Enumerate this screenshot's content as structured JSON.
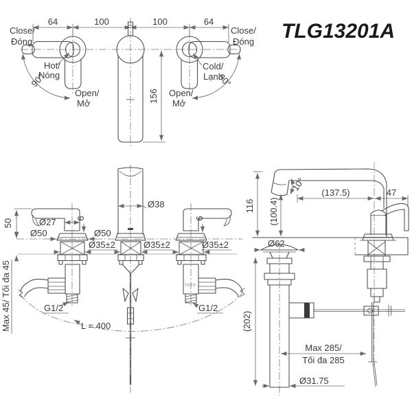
{
  "title": "TLG13201A",
  "colors": {
    "background": "#ffffff",
    "line": "#4a4a4a",
    "dim_line": "#6b6b6b",
    "text": "#3a3a3a",
    "title_text": "#1a1a1a"
  },
  "top_view": {
    "dim_left_64": "64",
    "dim_mid_left_100": "100",
    "dim_mid_right_100": "100",
    "dim_right_64": "64",
    "dim_spout_156": "156",
    "left_close_en": "Close/",
    "left_close_vi": "Đóng",
    "hot_en": "Hot/",
    "hot_vi": "Nóng",
    "left_open_en": "Open/",
    "left_open_vi": "Mở",
    "left_angle": "90°",
    "right_close_en": "Close/",
    "right_close_vi": "Đóng",
    "cold_en": "Cold/",
    "cold_vi": "Lạnh",
    "right_open_en": "Open/",
    "right_open_vi": "Mở",
    "right_angle": "90°"
  },
  "front_view": {
    "dim_handle_height_50": "50",
    "dim_handle_dia_27": "Ø27",
    "dim_gap_left_6": "6",
    "dim_gap_right_6": "6",
    "dim_escutcheon_left_50": "Ø50",
    "dim_escutcheon_spout_50": "Ø50",
    "dim_spout_dia_38": "Ø38",
    "dim_hole_left": "Ø35±2",
    "dim_hole_spout": "Ø35±2",
    "dim_hole_right": "Ø35±2",
    "dim_counter_max": "Max 45/ Tối đa 45",
    "thread_left": "G1/2",
    "thread_right": "G1/2",
    "hose_length": "L = 400",
    "brand_logo": "TOTO"
  },
  "side_view": {
    "dim_height_116": "116",
    "dim_spout_outlet": "(100.4)",
    "dim_spout_angle": "10°",
    "dim_reach": "(137.5)",
    "dim_handle_47": "47",
    "dim_flange_dia": "Ø62",
    "dim_below_202": "(202)",
    "dim_rod_max_en": "Max 285/",
    "dim_rod_max_vi": "Tối đa 285",
    "dim_drain_dia": "Ø31.75"
  }
}
